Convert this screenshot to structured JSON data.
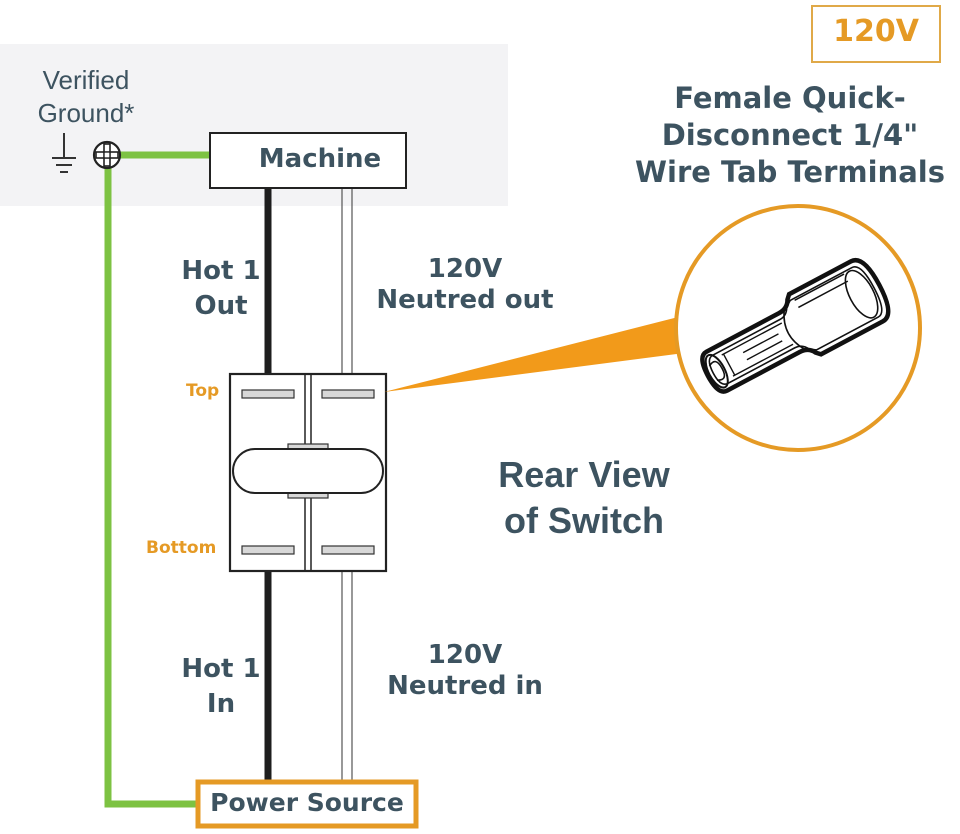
{
  "title_badge": {
    "label": "120V",
    "color": "#e59a25"
  },
  "terminal_callout": {
    "title_lines": [
      "Female Quick-",
      "Disconnect 1/4\"",
      "Wire Tab Terminals"
    ],
    "icon": "quick-disconnect-terminal-icon",
    "accent_color": "#f29a1a"
  },
  "ground": {
    "label_lines": [
      "Verified",
      "Ground*"
    ],
    "icons": [
      "earth-ground-icon",
      "ground-screw-icon"
    ],
    "wire_color": "#7dc242"
  },
  "machine": {
    "label": "Machine"
  },
  "power_source": {
    "label": "Power Source",
    "border_color": "#e59a25"
  },
  "wires": {
    "hot_out": {
      "label_lines": [
        "Hot 1",
        "Out"
      ],
      "color": "#1e1e1e"
    },
    "neutral_out": {
      "label_lines": [
        "120V",
        "Neutred out"
      ]
    },
    "hot_in": {
      "label_lines": [
        "Hot 1",
        "In"
      ],
      "color": "#1e1e1e"
    },
    "neutral_in": {
      "label_lines": [
        "120V",
        "Neutred in"
      ]
    }
  },
  "switch": {
    "caption_lines": [
      "Rear View",
      "of Switch"
    ],
    "top_label": "Top",
    "bottom_label": "Bottom"
  },
  "colors": {
    "text": "#3d5360",
    "ground_panel": "#f3f3f5"
  }
}
